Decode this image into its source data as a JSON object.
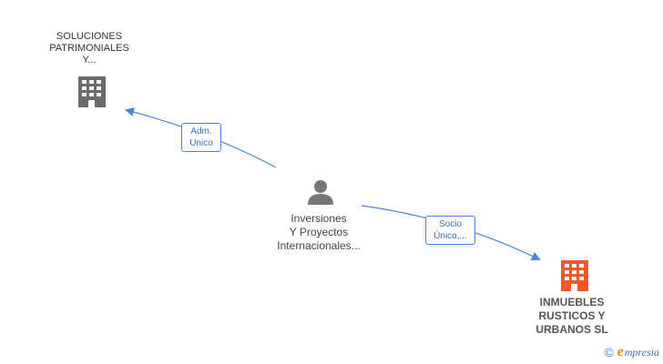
{
  "nodes": {
    "left": {
      "label": "SOLUCIONES\nPATRIMONIALES\nY...",
      "color": "#6b6b6b"
    },
    "center": {
      "label": "Inversiones\nY Proyectos\nInternacionales...",
      "color": "#777777"
    },
    "right": {
      "label": "INMUEBLES\nRUSTICOS Y\nURBANOS SL",
      "color": "#f0582b"
    }
  },
  "edges": {
    "adm": {
      "label": "Adm.\nUnico"
    },
    "socio": {
      "label": "Socio\nÚnico,..."
    },
    "color": "#4a86d4"
  },
  "brand": {
    "copyright": "©",
    "e_letter": "e",
    "name": "mpresia"
  }
}
